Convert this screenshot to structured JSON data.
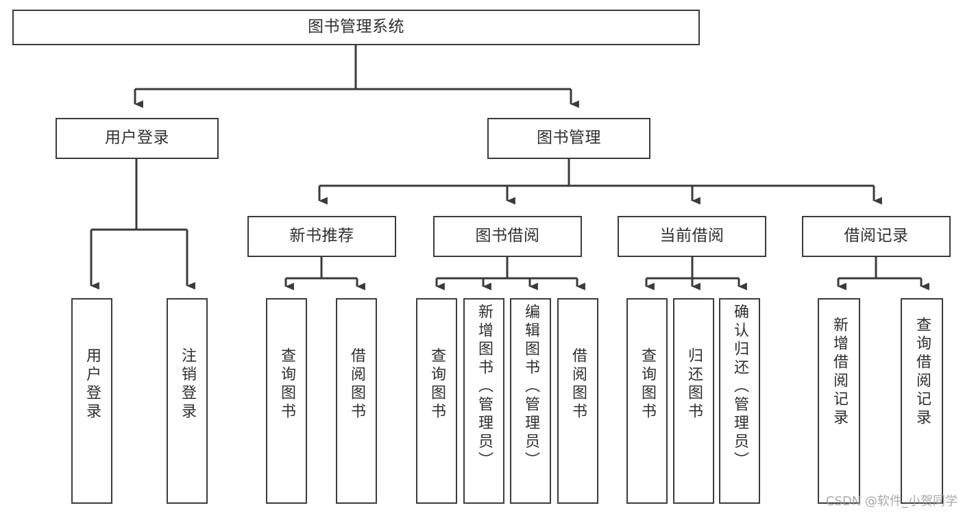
{
  "diagram": {
    "title": "图书管理系统",
    "type": "tree-hierarchy-diagram",
    "orientation": "top-down",
    "colors": {
      "stroke": "#3b3b3b",
      "fill": "#ffffff",
      "text": "#2f2f2f",
      "watermark": "#9a9a9a"
    }
  },
  "root": {
    "label": "图书管理系统"
  },
  "level2": [
    {
      "label": "用户登录"
    },
    {
      "label": "图书管理"
    }
  ],
  "level3": [
    {
      "label": "新书推荐"
    },
    {
      "label": "图书借阅"
    },
    {
      "label": "当前借阅"
    },
    {
      "label": "借阅记录"
    }
  ],
  "leaves": {
    "user_login": [
      {
        "label": "用户登录"
      },
      {
        "label": "注销登录"
      }
    ],
    "new_book_recommend": [
      {
        "label": "查询图书"
      },
      {
        "label": "借阅图书"
      }
    ],
    "book_borrow": [
      {
        "label": "查询图书"
      },
      {
        "label": "新增图书（管理员）"
      },
      {
        "label": "编辑图书（管理员）"
      },
      {
        "label": "借阅图书"
      }
    ],
    "current_borrow": [
      {
        "label": "查询图书"
      },
      {
        "label": "归还图书"
      },
      {
        "label": "确认归还（管理员）"
      }
    ],
    "borrow_record": [
      {
        "label": "新增借阅记录"
      },
      {
        "label": "查询借阅记录"
      }
    ]
  },
  "watermark": {
    "text": "CSDN @软件_小贺同学"
  }
}
